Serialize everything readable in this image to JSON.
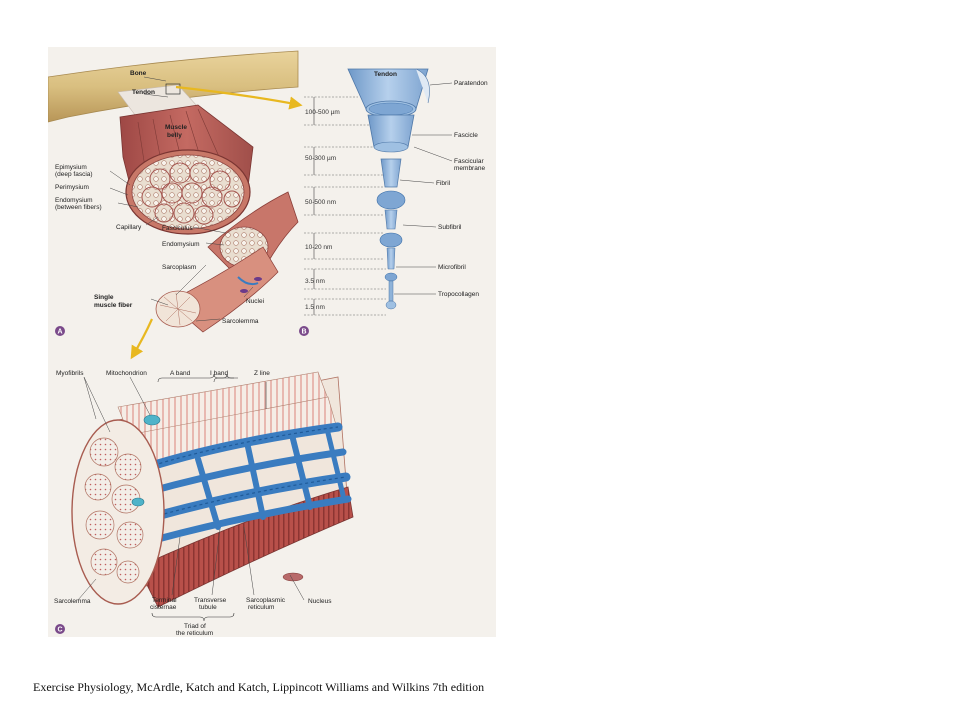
{
  "caption": "Exercise Physiology, McArdle, Katch and Katch, Lippincott Williams and Wilkins 7th edition",
  "panel_a": {
    "badge": "A",
    "labels": {
      "bone": "Bone",
      "tendon": "Tendon",
      "muscle_belly_1": "Muscle",
      "muscle_belly_2": "belly",
      "epimysium_1": "Epimysium",
      "epimysium_2": "(deep fascia)",
      "perimysium": "Perimysium",
      "endomysium_1": "Endomysium",
      "endomysium_2": "(between fibers)",
      "capillary": "Capillary",
      "fasciculus": "Fasciculus",
      "endomysium": "Endomysium",
      "sarcoplasm": "Sarcoplasm",
      "nuclei": "Nuclei",
      "single_fiber_1": "Single",
      "single_fiber_2": "muscle fiber",
      "sarcolemma": "Sarcolemma"
    }
  },
  "panel_b": {
    "badge": "B",
    "labels": {
      "tendon": "Tendon",
      "paratendon": "Paratendon",
      "fascicle": "Fascicle",
      "fascicular_1": "Fascicular",
      "fascicular_2": "membrane",
      "fibril": "Fibril",
      "subfibril": "Subfibril",
      "microfibril": "Microfibril",
      "tropocollagen": "Tropocollagen"
    },
    "measurements": [
      "100-500 µm",
      "50-300 µm",
      "50-500 nm",
      "10-20 nm",
      "3.5 nm",
      "1.5 nm"
    ]
  },
  "panel_c": {
    "badge": "C",
    "labels": {
      "myofibrils": "Myofibrils",
      "mitochondrion": "Mitochondrion",
      "a_band": "A band",
      "i_band": "I band",
      "z_line": "Z line",
      "sarcolemma": "Sarcolemma",
      "terminal_1": "Terminal",
      "terminal_2": "cisternae",
      "transverse_1": "Transverse",
      "transverse_2": "tubule",
      "sarcoplasmic_1": "Sarcoplasmic",
      "sarcoplasmic_2": "reticulum",
      "nucleus": "Nucleus",
      "triad_1": "Triad of",
      "triad_2": "the reticulum"
    }
  },
  "colors": {
    "bone": "#d9bf80",
    "muscle": "#b85a55",
    "tendon": "#e8e4df",
    "collagen": "#8fb3d9",
    "reticulum": "#3a7cc0",
    "arrow": "#e8b820",
    "badge": "#7a4a8a"
  }
}
